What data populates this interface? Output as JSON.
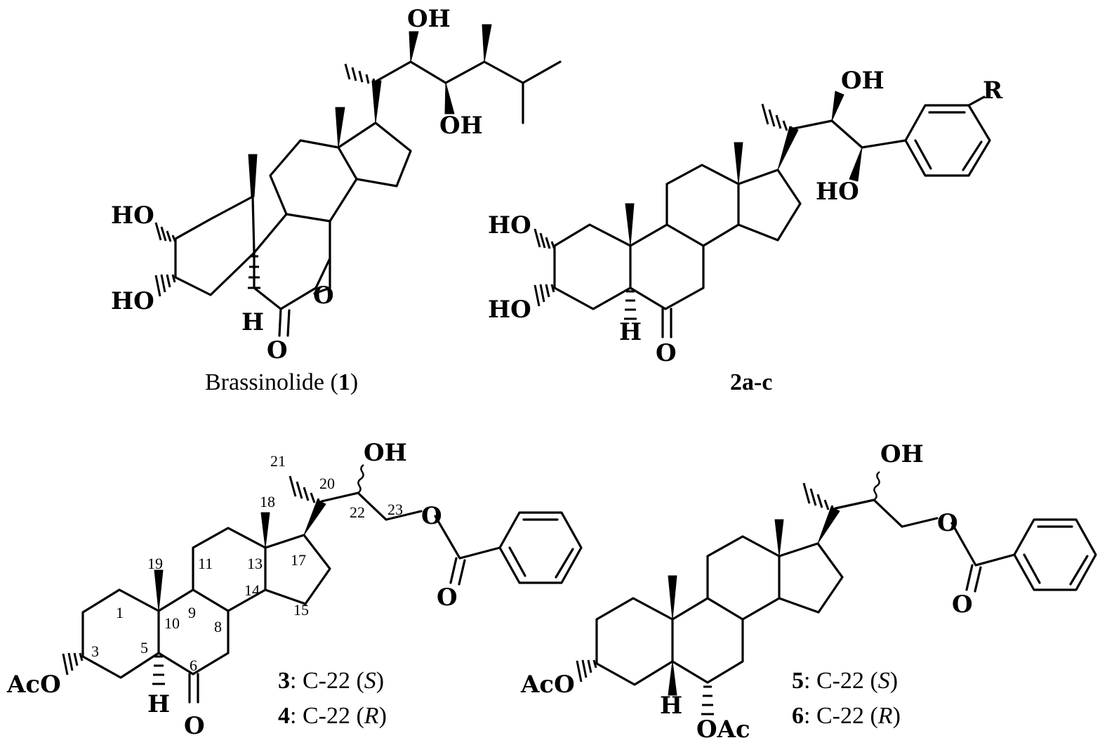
{
  "atoms": {
    "oh": "OH",
    "ho": "HO",
    "h": "H",
    "o": "O",
    "r": "R",
    "aco": "AcO",
    "oac": "OAc"
  },
  "numbering": [
    "1",
    "3",
    "5",
    "6",
    "8",
    "9",
    "10",
    "11",
    "13",
    "14",
    "15",
    "17",
    "18",
    "19",
    "20",
    "21",
    "22",
    "23"
  ],
  "captions": {
    "brassinolide_name": "Brassinolide (",
    "brassinolide_number": "1",
    "brassinolide_close": ")",
    "compounds_2": "2a-c",
    "c3_number": "3",
    "c4_number": "4",
    "c5_number": "5",
    "c6_number": "6",
    "c22_prefix": ": C-22 (",
    "config_s": "S",
    "config_r": "R",
    "close": ")"
  }
}
